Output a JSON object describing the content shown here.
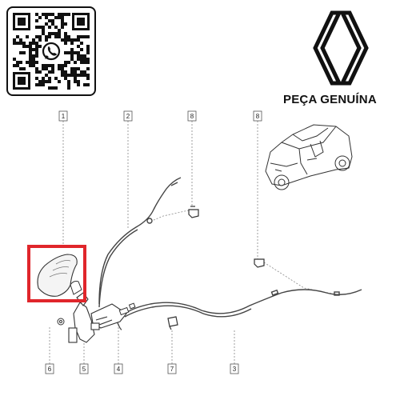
{
  "header": {
    "tagline": "PEÇA GENUÍNA",
    "brand_logo": "renault-diamond-logo",
    "qr_icon": "whatsapp-icon"
  },
  "callouts": [
    "1",
    "2",
    "8",
    "8",
    "6",
    "5",
    "4",
    "7",
    "3"
  ],
  "highlight": {
    "target_callout": "1",
    "color": "#e0262b"
  },
  "colors": {
    "line": "#555555",
    "dash": "#888888",
    "text": "#111111"
  }
}
